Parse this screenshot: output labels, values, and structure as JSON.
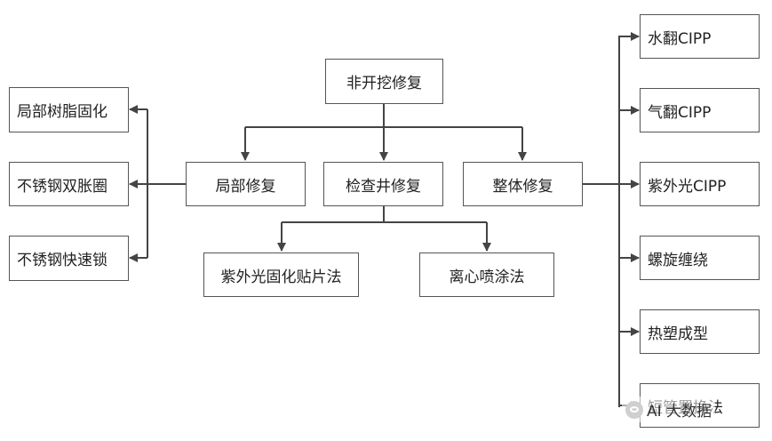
{
  "diagram": {
    "root": "非开挖修复",
    "level1": {
      "local": "局部修复",
      "manhole": "检查井修复",
      "whole": "整体修复"
    },
    "local_methods": [
      "局部树脂固化",
      "不锈钢双胀圈",
      "不锈钢快速锁"
    ],
    "manhole_methods": [
      "紫外光固化贴片法",
      "离心喷涂法"
    ],
    "whole_methods": [
      "水翻CIPP",
      "气翻CIPP",
      "紫外光CIPP",
      "螺旋缠绕",
      "热塑成型",
      "短管置换法"
    ]
  },
  "watermark": {
    "text": "AI 大数据",
    "icon": "wechat-icon"
  },
  "colors": {
    "line": "#444444",
    "border": "#555555",
    "text": "#222222"
  }
}
